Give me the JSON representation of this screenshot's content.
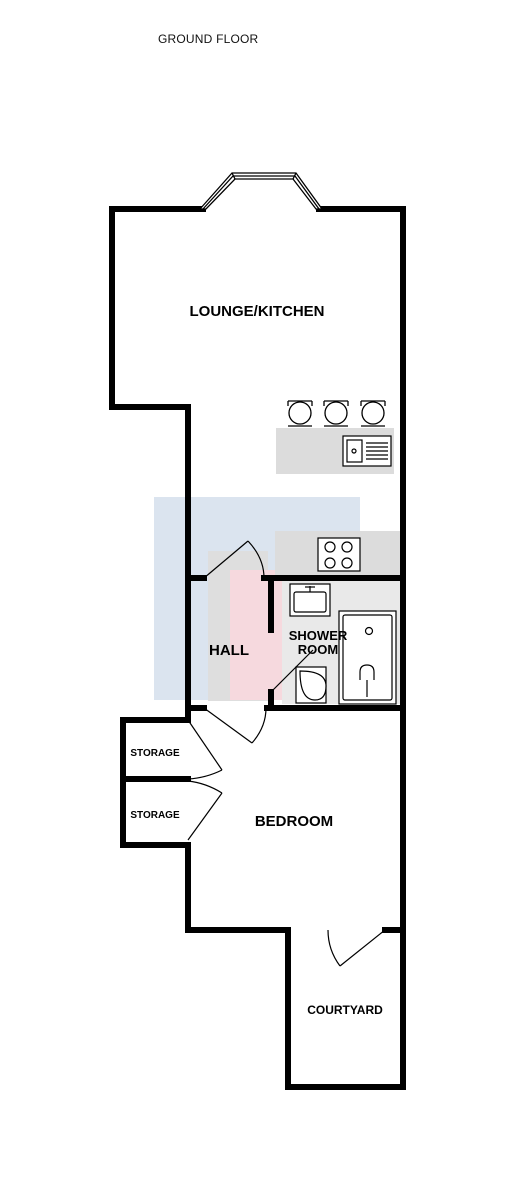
{
  "title": "GROUND FLOOR",
  "rooms": {
    "lounge_kitchen": "LOUNGE/KITCHEN",
    "hall": "HALL",
    "shower_room_line1": "SHOWER",
    "shower_room_line2": "ROOM",
    "storage_upper": "STORAGE",
    "storage_lower": "STORAGE",
    "bedroom": "BEDROOM",
    "courtyard": "COURTYARD"
  },
  "colors": {
    "wall": "#000000",
    "worktop": "#dcdcdc",
    "hall_shade_blue": "#dbe4ef",
    "hall_shade_pink": "#f6d9de",
    "hall_shade_grey": "#dedede"
  }
}
